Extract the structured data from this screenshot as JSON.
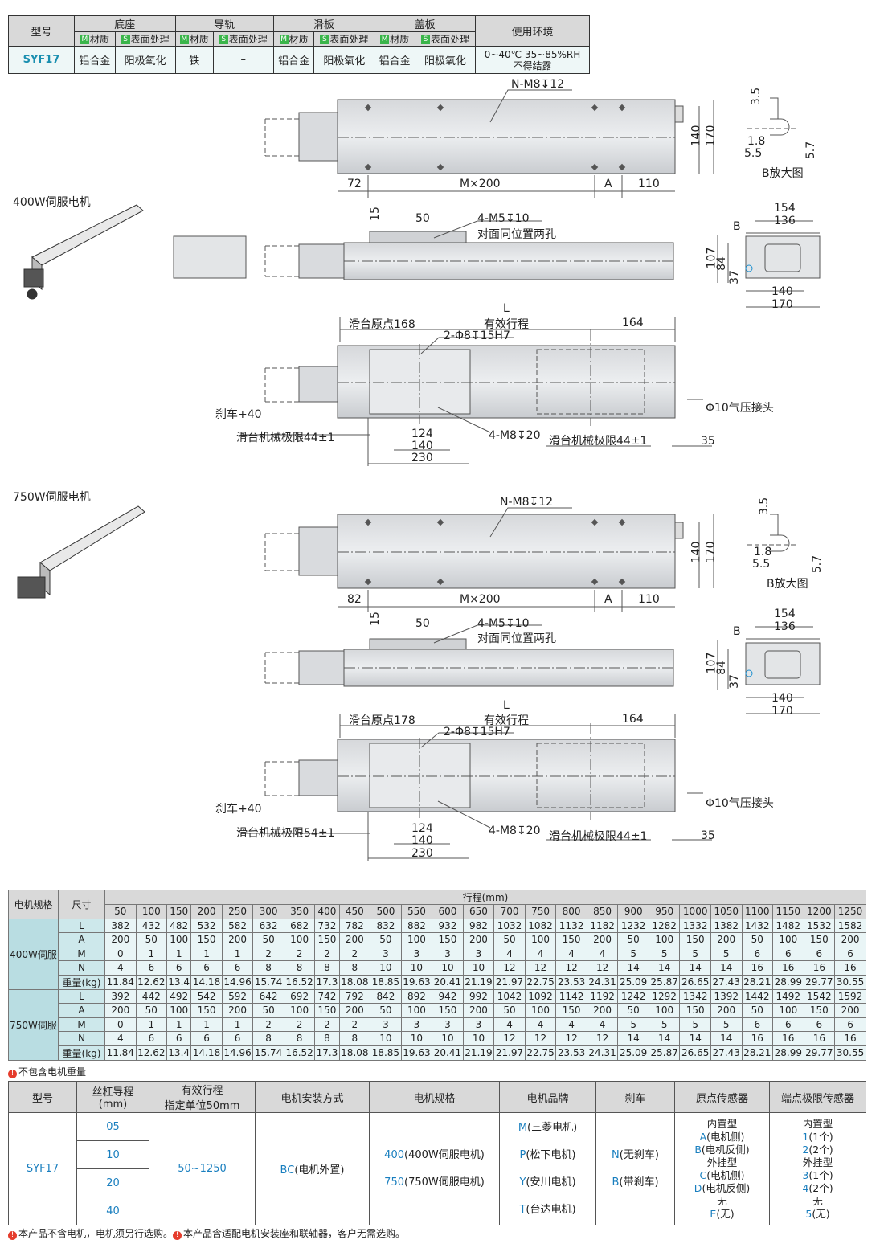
{
  "spec_table": {
    "headers": {
      "model": "型号",
      "base": "底座",
      "rail": "导轨",
      "slider": "滑板",
      "cover": "盖板",
      "env": "使用环境",
      "m_mark": "M",
      "s_mark": "S",
      "material": "材质",
      "surface": "表面处理"
    },
    "row": {
      "model": "SYF17",
      "base_material": "铝合金",
      "base_surface": "阳极氧化",
      "rail_material": "铁",
      "rail_surface": "–",
      "slider_material": "铝合金",
      "slider_surface": "阳极氧化",
      "cover_material": "铝合金",
      "cover_surface": "阳极氧化",
      "env_line1": "0~40℃  35~85%RH",
      "env_line2": "不得结露"
    }
  },
  "drawings": {
    "motor_400": "400W伺服电机",
    "motor_750": "750W伺服电机",
    "b_detail": "B放大图",
    "tap_holes": "N-M8↧12",
    "m_x_200": "M×200",
    "a": "A",
    "d72": "72",
    "d82": "82",
    "d110": "110",
    "d140": "140",
    "d170": "170",
    "d35a": "3.5",
    "d18": "1.8",
    "d55": "5.5",
    "d57": "5.7",
    "d15": "15",
    "d50": "50",
    "m5": "4-M5↧10",
    "m5_note": "对面同位置两孔",
    "b": "B",
    "d154": "154",
    "d136": "136",
    "d107": "107",
    "d84": "84",
    "d37": "37",
    "l": "L",
    "origin168": "滑台原点168",
    "origin178": "滑台原点178",
    "stroke": "有效行程",
    "d164": "164",
    "pin": "2-Φ8↧15H7",
    "brake": "刹车+40",
    "air": "Φ10气压接头",
    "limit44l": "滑台机械极限44±1",
    "limit54l": "滑台机械极限54±1",
    "limit44r": "滑台机械极限44±1",
    "m8": "4-M8↧20",
    "d124": "124",
    "d230": "230",
    "d35": "35"
  },
  "dims_table": {
    "motor_header": "电机规格",
    "size_header": "尺寸",
    "stroke_header": "行程(mm)",
    "strokes": [
      "50",
      "100",
      "150",
      "200",
      "250",
      "300",
      "350",
      "400",
      "450",
      "500",
      "550",
      "600",
      "650",
      "700",
      "750",
      "800",
      "850",
      "900",
      "950",
      "1000",
      "1050",
      "1100",
      "1150",
      "1200",
      "1250"
    ],
    "groups": [
      {
        "name": "400W伺服",
        "rows": [
          {
            "label": "L",
            "values": [
              "382",
              "432",
              "482",
              "532",
              "582",
              "632",
              "682",
              "732",
              "782",
              "832",
              "882",
              "932",
              "982",
              "1032",
              "1082",
              "1132",
              "1182",
              "1232",
              "1282",
              "1332",
              "1382",
              "1432",
              "1482",
              "1532",
              "1582"
            ]
          },
          {
            "label": "A",
            "values": [
              "200",
              "50",
              "100",
              "150",
              "200",
              "50",
              "100",
              "150",
              "200",
              "50",
              "100",
              "150",
              "200",
              "50",
              "100",
              "150",
              "200",
              "50",
              "100",
              "150",
              "200",
              "50",
              "100",
              "150",
              "200"
            ]
          },
          {
            "label": "M",
            "values": [
              "0",
              "1",
              "1",
              "1",
              "1",
              "2",
              "2",
              "2",
              "2",
              "3",
              "3",
              "3",
              "3",
              "4",
              "4",
              "4",
              "4",
              "5",
              "5",
              "5",
              "5",
              "6",
              "6",
              "6",
              "6"
            ]
          },
          {
            "label": "N",
            "values": [
              "4",
              "6",
              "6",
              "6",
              "6",
              "8",
              "8",
              "8",
              "8",
              "10",
              "10",
              "10",
              "10",
              "12",
              "12",
              "12",
              "12",
              "14",
              "14",
              "14",
              "14",
              "16",
              "16",
              "16",
              "16"
            ]
          },
          {
            "label": "重量(kg)",
            "values": [
              "11.84",
              "12.62",
              "13.4",
              "14.18",
              "14.96",
              "15.74",
              "16.52",
              "17.3",
              "18.08",
              "18.85",
              "19.63",
              "20.41",
              "21.19",
              "21.97",
              "22.75",
              "23.53",
              "24.31",
              "25.09",
              "25.87",
              "26.65",
              "27.43",
              "28.21",
              "28.99",
              "29.77",
              "30.55"
            ]
          }
        ]
      },
      {
        "name": "750W伺服",
        "rows": [
          {
            "label": "L",
            "values": [
              "392",
              "442",
              "492",
              "542",
              "592",
              "642",
              "692",
              "742",
              "792",
              "842",
              "892",
              "942",
              "992",
              "1042",
              "1092",
              "1142",
              "1192",
              "1242",
              "1292",
              "1342",
              "1392",
              "1442",
              "1492",
              "1542",
              "1592"
            ]
          },
          {
            "label": "A",
            "values": [
              "200",
              "50",
              "100",
              "150",
              "200",
              "50",
              "100",
              "150",
              "200",
              "50",
              "100",
              "150",
              "200",
              "50",
              "100",
              "150",
              "200",
              "50",
              "100",
              "150",
              "200",
              "50",
              "100",
              "150",
              "200"
            ]
          },
          {
            "label": "M",
            "values": [
              "0",
              "1",
              "1",
              "1",
              "1",
              "2",
              "2",
              "2",
              "2",
              "3",
              "3",
              "3",
              "3",
              "4",
              "4",
              "4",
              "4",
              "5",
              "5",
              "5",
              "5",
              "6",
              "6",
              "6",
              "6"
            ]
          },
          {
            "label": "N",
            "values": [
              "4",
              "6",
              "6",
              "6",
              "6",
              "8",
              "8",
              "8",
              "8",
              "10",
              "10",
              "10",
              "10",
              "12",
              "12",
              "12",
              "12",
              "14",
              "14",
              "14",
              "14",
              "16",
              "16",
              "16",
              "16"
            ]
          },
          {
            "label": "重量(kg)",
            "values": [
              "11.84",
              "12.62",
              "13.4",
              "14.18",
              "14.96",
              "15.74",
              "16.52",
              "17.3",
              "18.08",
              "18.85",
              "19.63",
              "20.41",
              "21.19",
              "21.97",
              "22.75",
              "23.53",
              "24.31",
              "25.09",
              "25.87",
              "26.65",
              "27.43",
              "28.21",
              "28.99",
              "29.77",
              "30.55"
            ]
          }
        ]
      }
    ],
    "note": "不包含电机重量"
  },
  "order_table": {
    "headers": [
      "型号",
      "丝杠导程\n(mm)",
      "有效行程\n指定单位50mm",
      "电机安装方式",
      "电机规格",
      "电机品牌",
      "刹车",
      "原点传感器",
      "端点极限传感器"
    ],
    "model": "SYF17",
    "leads": [
      "05",
      "10",
      "20",
      "40"
    ],
    "stroke": "50~1250",
    "mount_code": "BC",
    "mount_text": "(电机外置)",
    "motors": [
      {
        "code": "400",
        "text": "(400W伺服电机)"
      },
      {
        "code": "750",
        "text": "(750W伺服电机)"
      }
    ],
    "brands": [
      {
        "code": "M",
        "text": "(三菱电机)"
      },
      {
        "code": "P",
        "text": "(松下电机)"
      },
      {
        "code": "Y",
        "text": "(安川电机)"
      },
      {
        "code": "T",
        "text": "(台达电机)"
      }
    ],
    "brakes": [
      {
        "code": "N",
        "text": "(无刹车)"
      },
      {
        "code": "B",
        "text": "(带刹车)"
      }
    ],
    "origin": {
      "internal": "内置型",
      "a_code": "A",
      "a_text": "(电机侧)",
      "b_code": "B",
      "b_text": "(电机反侧)",
      "external": "外挂型",
      "c_code": "C",
      "c_text": "(电机侧)",
      "d_code": "D",
      "d_text": "(电机反侧)",
      "none": "无",
      "e_code": "E",
      "e_text": "(无)"
    },
    "limit": {
      "internal": "内置型",
      "c1": "1",
      "t1": "(1个)",
      "c2": "2",
      "t2": "(2个)",
      "external": "外挂型",
      "c3": "3",
      "t3": "(1个)",
      "c4": "4",
      "t4": "(2个)",
      "none": "无",
      "c5": "5",
      "t5": "(无)"
    }
  },
  "footnote_a": "本产品不含电机，电机须另行选购。",
  "footnote_b": "本产品含适配电机安装座和联轴器，客户无需选购。",
  "note_mark": "!"
}
